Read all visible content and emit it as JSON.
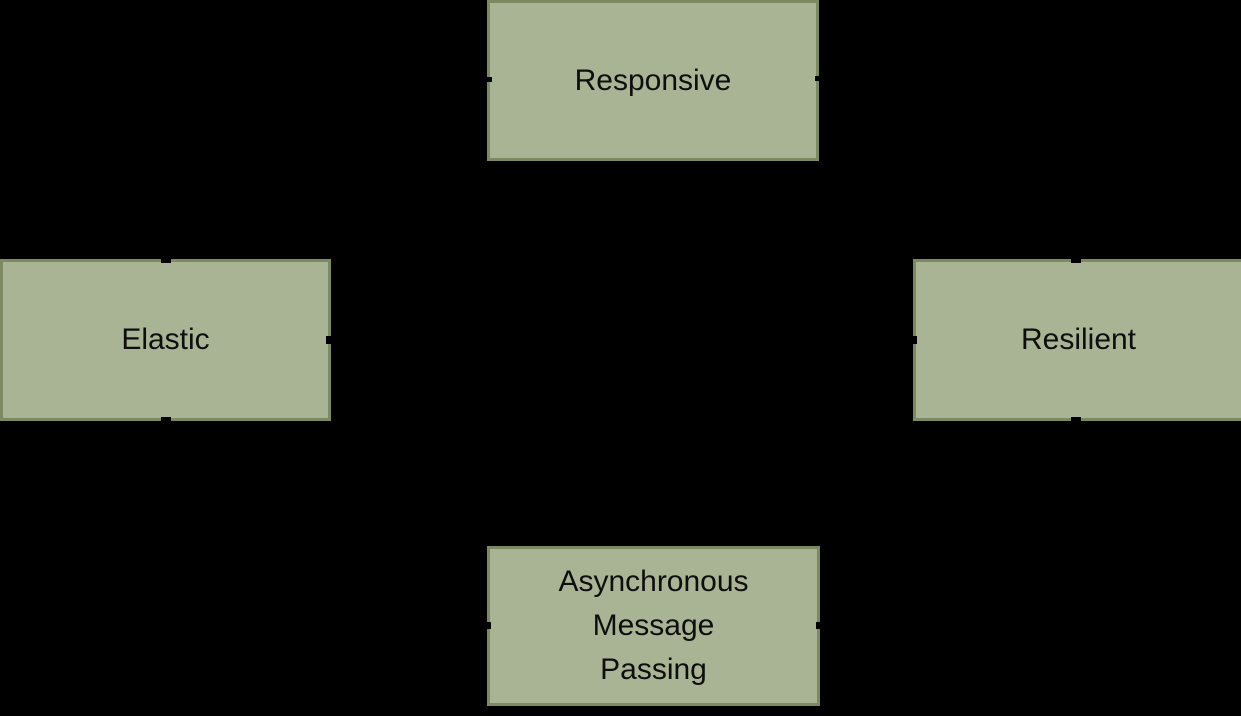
{
  "colors": {
    "background": "#000000",
    "box_fill": "#a8b493",
    "box_border": "#7b8a61",
    "text": "#0e0e0e"
  },
  "diagram": {
    "nodes": [
      {
        "id": "responsive",
        "label": "Responsive"
      },
      {
        "id": "elastic",
        "label": "Elastic"
      },
      {
        "id": "resilient",
        "label": "Resilient"
      },
      {
        "id": "asynchronous-message-passing",
        "label": "Asynchronous Message Passing",
        "lines": [
          "Asynchronous",
          "Message",
          "Passing"
        ]
      }
    ]
  }
}
